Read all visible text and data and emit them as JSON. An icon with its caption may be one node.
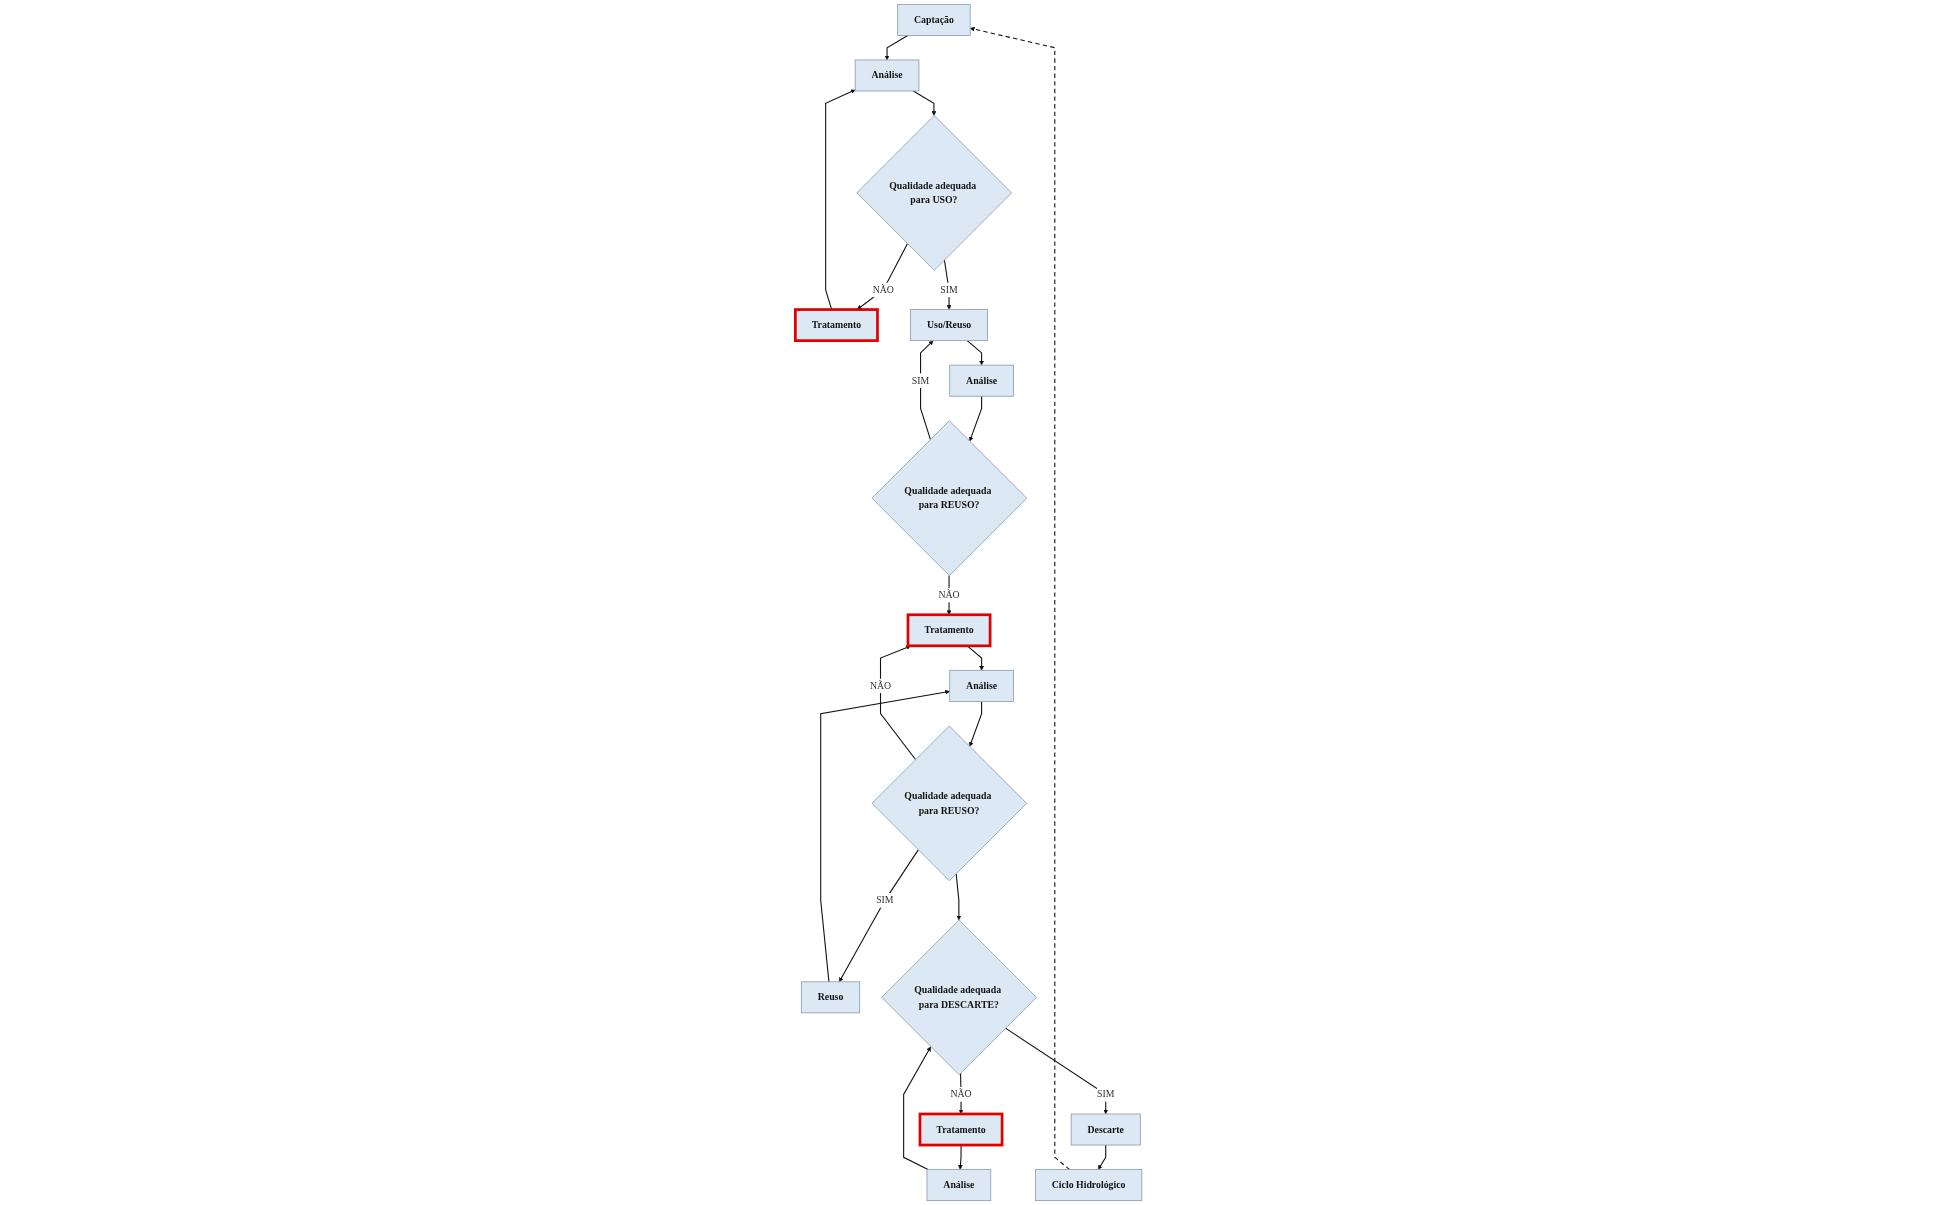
{
  "diagram": {
    "nodes": [
      {
        "text": [
          "Captação"
        ]
      },
      {
        "text": [
          "Análise"
        ]
      },
      {
        "text": [
          "Tratamento"
        ]
      },
      {
        "text": [
          "Qualidade adequada para USO?"
        ]
      },
      {
        "text": [
          "Uso/Reuso"
        ]
      },
      {
        "text": [
          "Análise"
        ]
      },
      {
        "text": [
          "Qualidade adequada para REUSO?"
        ]
      },
      {
        "text": [
          "Tratamento"
        ]
      },
      {
        "text": [
          "Análise"
        ]
      },
      {
        "text": [
          "Reuso"
        ]
      },
      {
        "text": [
          "Qualidade adequada para REUSO?"
        ]
      },
      {
        "text": [
          "Qualidade adequada para DESCARTE?"
        ]
      },
      {
        "text": [
          "Tratamento"
        ]
      },
      {
        "text": [
          "Análise"
        ]
      },
      {
        "text": [
          "Descarte"
        ]
      },
      {
        "text": [
          "Ciclo Hidrológico"
        ]
      }
    ],
    "edges": [
      {
        "from": 0,
        "to": 1,
        "arrow": "to"
      },
      {
        "from": 2,
        "to": 1,
        "arrow": "to"
      },
      {
        "from": 1,
        "to": 3,
        "arrow": "to"
      },
      {
        "from": 3,
        "to": 2,
        "arrow": "to",
        "label": "NÃO"
      },
      {
        "from": 3,
        "to": 4,
        "arrow": "to",
        "label": "SIM"
      },
      {
        "from": 4,
        "to": 5,
        "arrow": "to"
      },
      {
        "from": 5,
        "to": 6,
        "arrow": "to"
      },
      {
        "from": 6,
        "to": 4,
        "arrow": "to",
        "label": "SIM"
      },
      {
        "from": 6,
        "to": 7,
        "arrow": "to",
        "label": "NÃO"
      },
      {
        "from": 7,
        "to": 8,
        "arrow": "to"
      },
      {
        "from": 9,
        "to": 8,
        "arrow": "to"
      },
      {
        "from": 8,
        "to": 10,
        "arrow": "to"
      },
      {
        "from": 10,
        "to": 9,
        "arrow": "to",
        "label": "SIM"
      },
      {
        "from": 10,
        "to": 7,
        "arrow": "to",
        "label": "NÃO"
      },
      {
        "from": 10,
        "to": 11,
        "arrow": "to"
      },
      {
        "from": 13,
        "to": 11,
        "arrow": "to"
      },
      {
        "from": 11,
        "to": 12,
        "arrow": "to",
        "label": "NÃO"
      },
      {
        "from": 12,
        "to": 13,
        "arrow": "to"
      },
      {
        "from": 11,
        "to": 14,
        "arrow": "to",
        "label": "SIM"
      },
      {
        "from": 14,
        "to": 15,
        "arrow": "to"
      },
      {
        "from": 15,
        "to": 0,
        "arrow": "to",
        "style": "dashed"
      }
    ]
  }
}
